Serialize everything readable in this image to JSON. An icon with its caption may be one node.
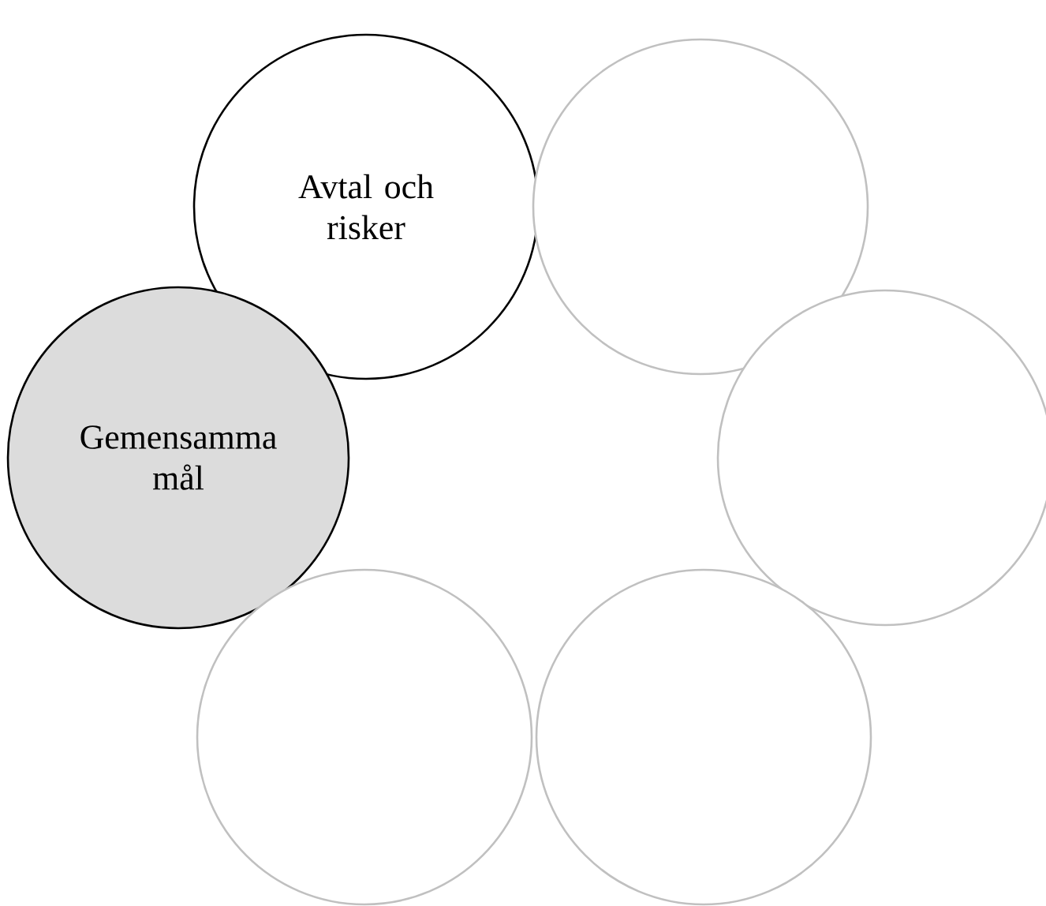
{
  "diagram": {
    "nodes": [
      {
        "text": [
          "Avtal och risker"
        ]
      },
      {
        "text": [],
        "shape": "circle"
      },
      {
        "text": [
          "Gemensamma mål"
        ]
      },
      {
        "text": [],
        "shape": "circle"
      },
      {
        "text": [],
        "shape": "circle"
      },
      {
        "text": [],
        "shape": "circle"
      }
    ]
  }
}
